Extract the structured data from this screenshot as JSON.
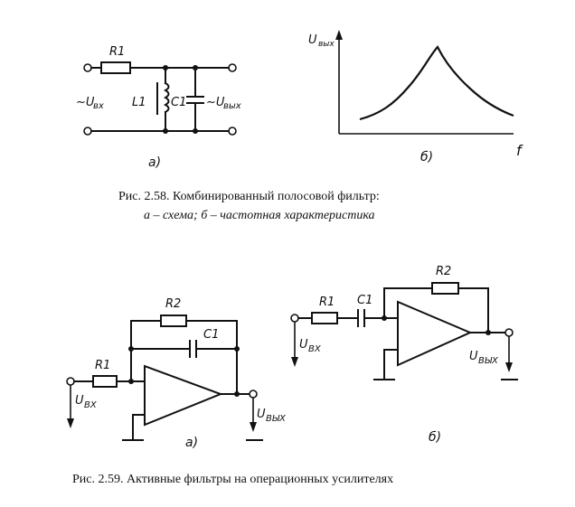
{
  "fig258": {
    "circuit": {
      "r1": "R1",
      "l1": "L1",
      "c1": "C1",
      "u_in": "~U",
      "u_in_sub": "вх",
      "u_out": "~U",
      "u_out_sub": "вых",
      "panel": "а)"
    },
    "response": {
      "y_axis": "U",
      "y_axis_sub": "вых",
      "x_axis": "f",
      "panel": "б)"
    },
    "caption_line1": "Рис.  2.58. Комбинированный полосовой фильтр:",
    "caption_line2": "а – схема;  б – частотная характеристика"
  },
  "fig259": {
    "left": {
      "r1": "R1",
      "r2": "R2",
      "c1": "C1",
      "u_in": "U",
      "u_in_sub": "ВХ",
      "u_out": "U",
      "u_out_sub": "ВЫХ",
      "panel": "а)"
    },
    "right": {
      "r1": "R1",
      "r2": "R2",
      "c1": "C1",
      "u_in": "U",
      "u_in_sub": "ВХ",
      "u_out": "U",
      "u_out_sub": "ВЫХ",
      "panel": "б)"
    },
    "caption": "Рис. 2.59. Активные фильтры на операционных усилителях"
  }
}
